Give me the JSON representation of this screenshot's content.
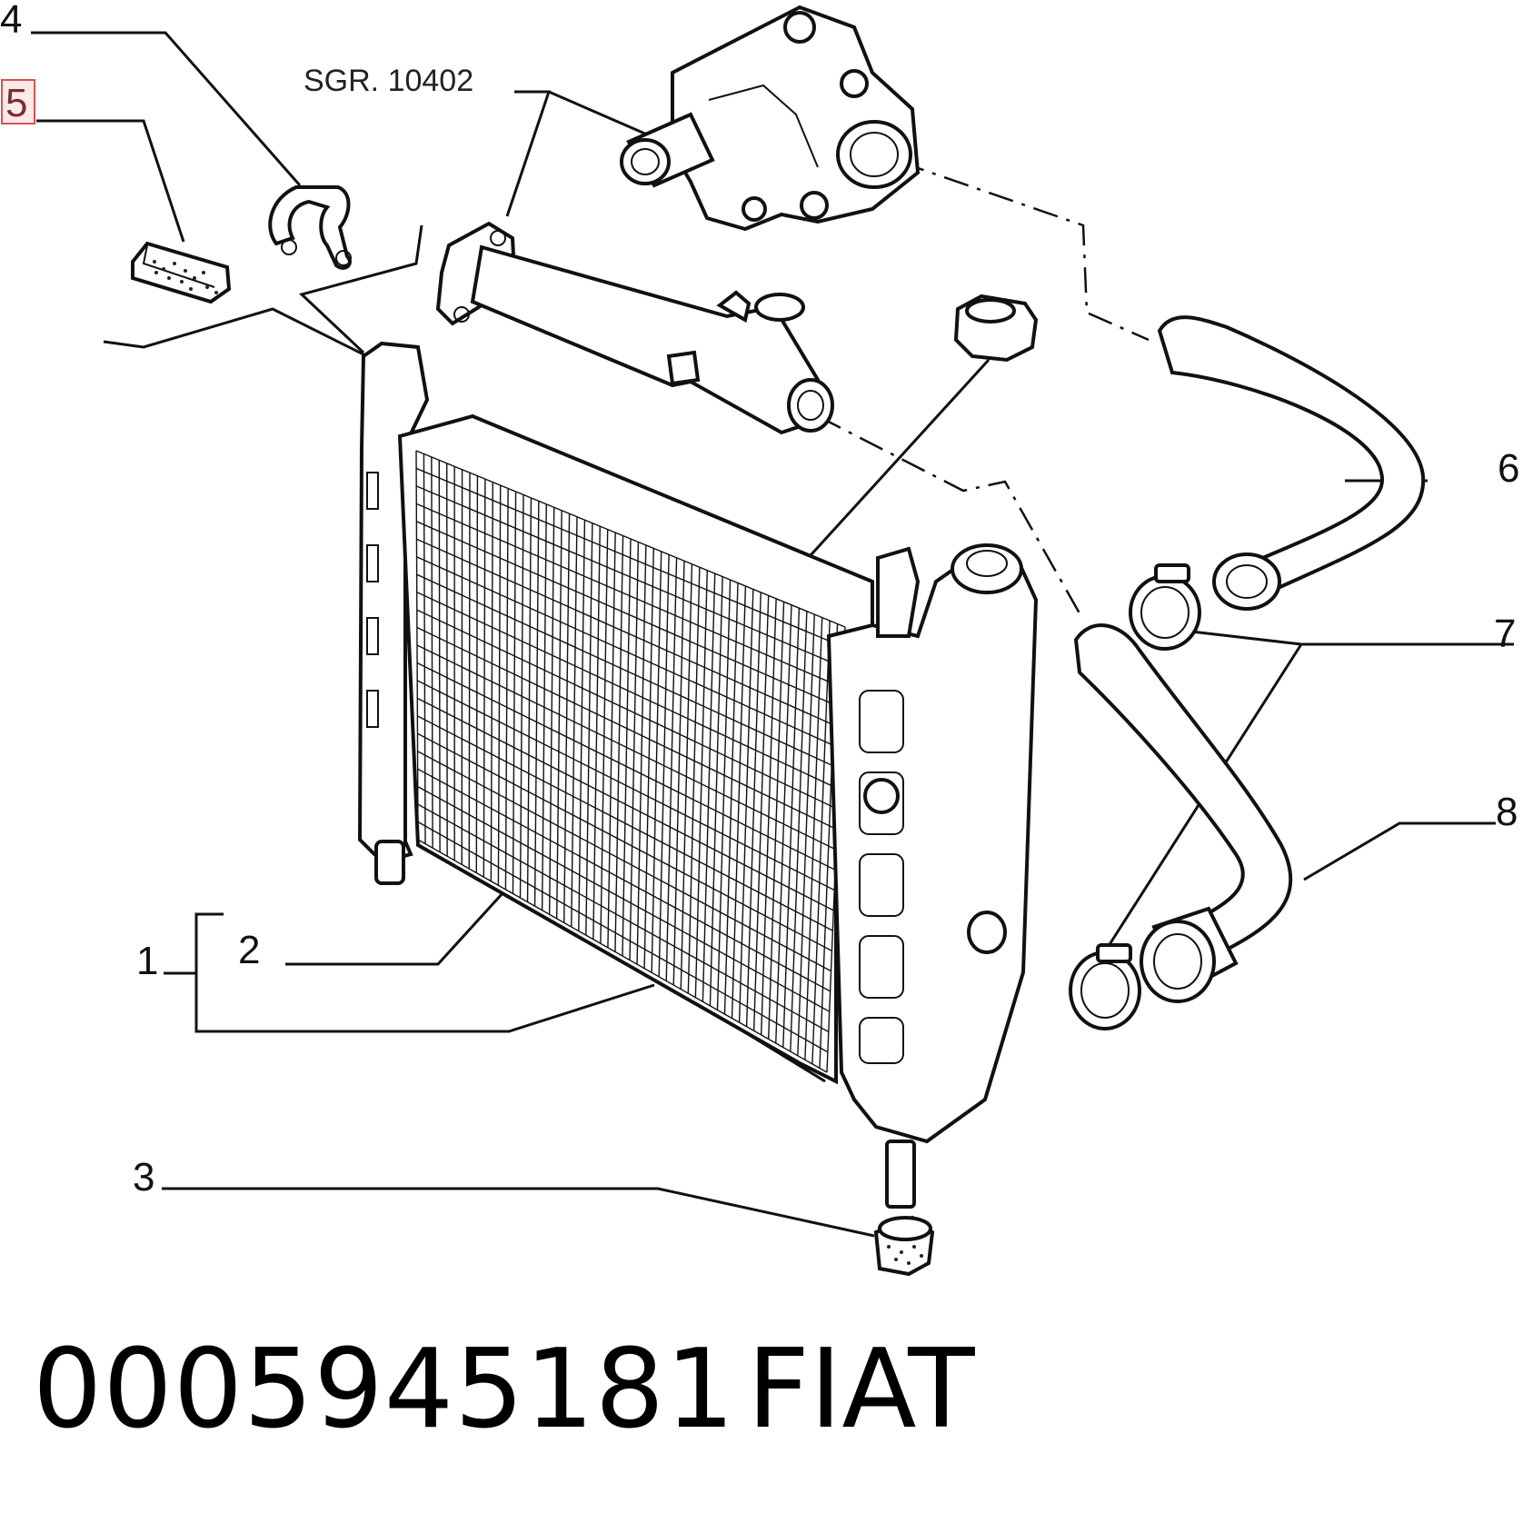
{
  "diagram": {
    "callouts": {
      "c1": "1",
      "c2": "2",
      "c3": "3",
      "c4": "4",
      "c5": "5",
      "c6": "6",
      "c7": "7",
      "c8": "8"
    },
    "group_ref": "SGR. 10402",
    "highlight_color": "#d9534f"
  },
  "footer": {
    "part_number": "0005945181",
    "brand": "FIAT"
  }
}
